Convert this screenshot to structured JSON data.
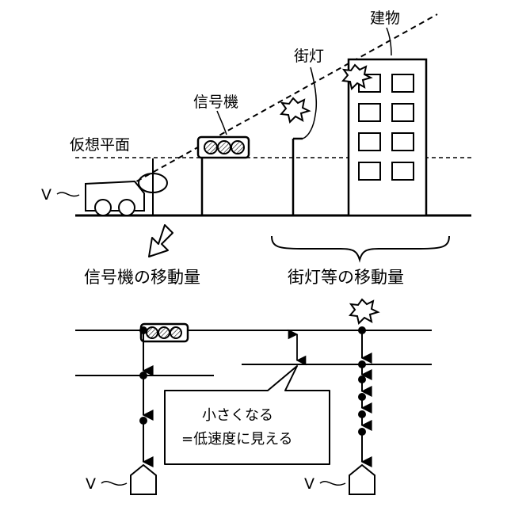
{
  "top_diagram": {
    "virtual_plane_label": "仮想平面",
    "signal_label": "信号機",
    "streetlight_label": "街灯",
    "building_label": "建物",
    "vehicle_label": "V",
    "signal_movement_label": "信号機の移動量",
    "streetlight_movement_label": "街灯等の移動量"
  },
  "bottom_diagram": {
    "left_vehicle_label": "V",
    "right_vehicle_label": "V",
    "callout_line1": "小さくなる",
    "callout_line2": "=低速度に見える"
  }
}
